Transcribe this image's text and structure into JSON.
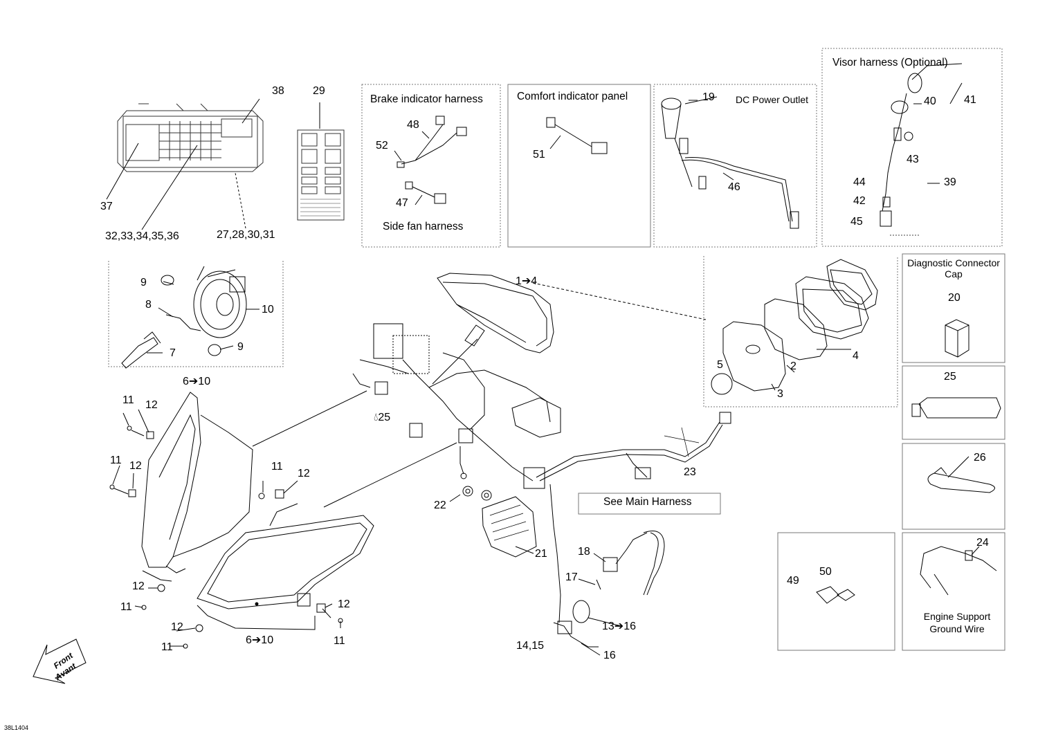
{
  "diagram": {
    "reference_code": "38L1404",
    "front_arrow": {
      "line1": "Front",
      "line2": "Avant"
    },
    "boxes": {
      "brake_indicator_harness": "Brake indicator harness",
      "side_fan_harness": "Side fan harness",
      "comfort_indicator_panel": "Comfort indicator panel",
      "dc_power_outlet": "DC Power Outlet",
      "visor_harness": "Visor harness (Optional)",
      "diagnostic_connector_cap": "Diagnostic Connector Cap",
      "engine_support_ground_wire": "Engine Support Ground Wire",
      "see_main_harness": "See Main Harness"
    },
    "callouts": {
      "c38": "38",
      "c29": "29",
      "c37": "37",
      "c32_36": "32,33,34,35,36",
      "c27_31": "27,28,30,31",
      "c48": "48",
      "c52": "52",
      "c47": "47",
      "c51": "51",
      "c19": "19",
      "c46": "46",
      "c40": "40",
      "c41": "41",
      "c43": "43",
      "c44": "44",
      "c39": "39",
      "c42": "42",
      "c45": "45",
      "c9a": "9",
      "c8": "8",
      "c10": "10",
      "c7": "7",
      "c9b": "9",
      "c1_4": "1➔4",
      "c6_10a": "6➔10",
      "c11a": "11",
      "c12a": "12",
      "c11b": "11",
      "c12b": "12",
      "c11c": "11",
      "c12c": "12",
      "c25a": "25",
      "c20": "20",
      "c25b": "25",
      "c26": "26",
      "c5": "5",
      "c2": "2",
      "c4": "4",
      "c3": "3",
      "c22": "22",
      "c23": "23",
      "c21": "21",
      "c18": "18",
      "c17": "17",
      "c13_16": "13➔16",
      "c14_15": "14,15",
      "c16": "16",
      "c12d": "12",
      "c11d": "11",
      "c12e": "12",
      "c11e": "11",
      "c12f": "12",
      "c11f": "11",
      "c6_10b": "6➔10",
      "c49": "49",
      "c50": "50",
      "c24": "24"
    }
  }
}
